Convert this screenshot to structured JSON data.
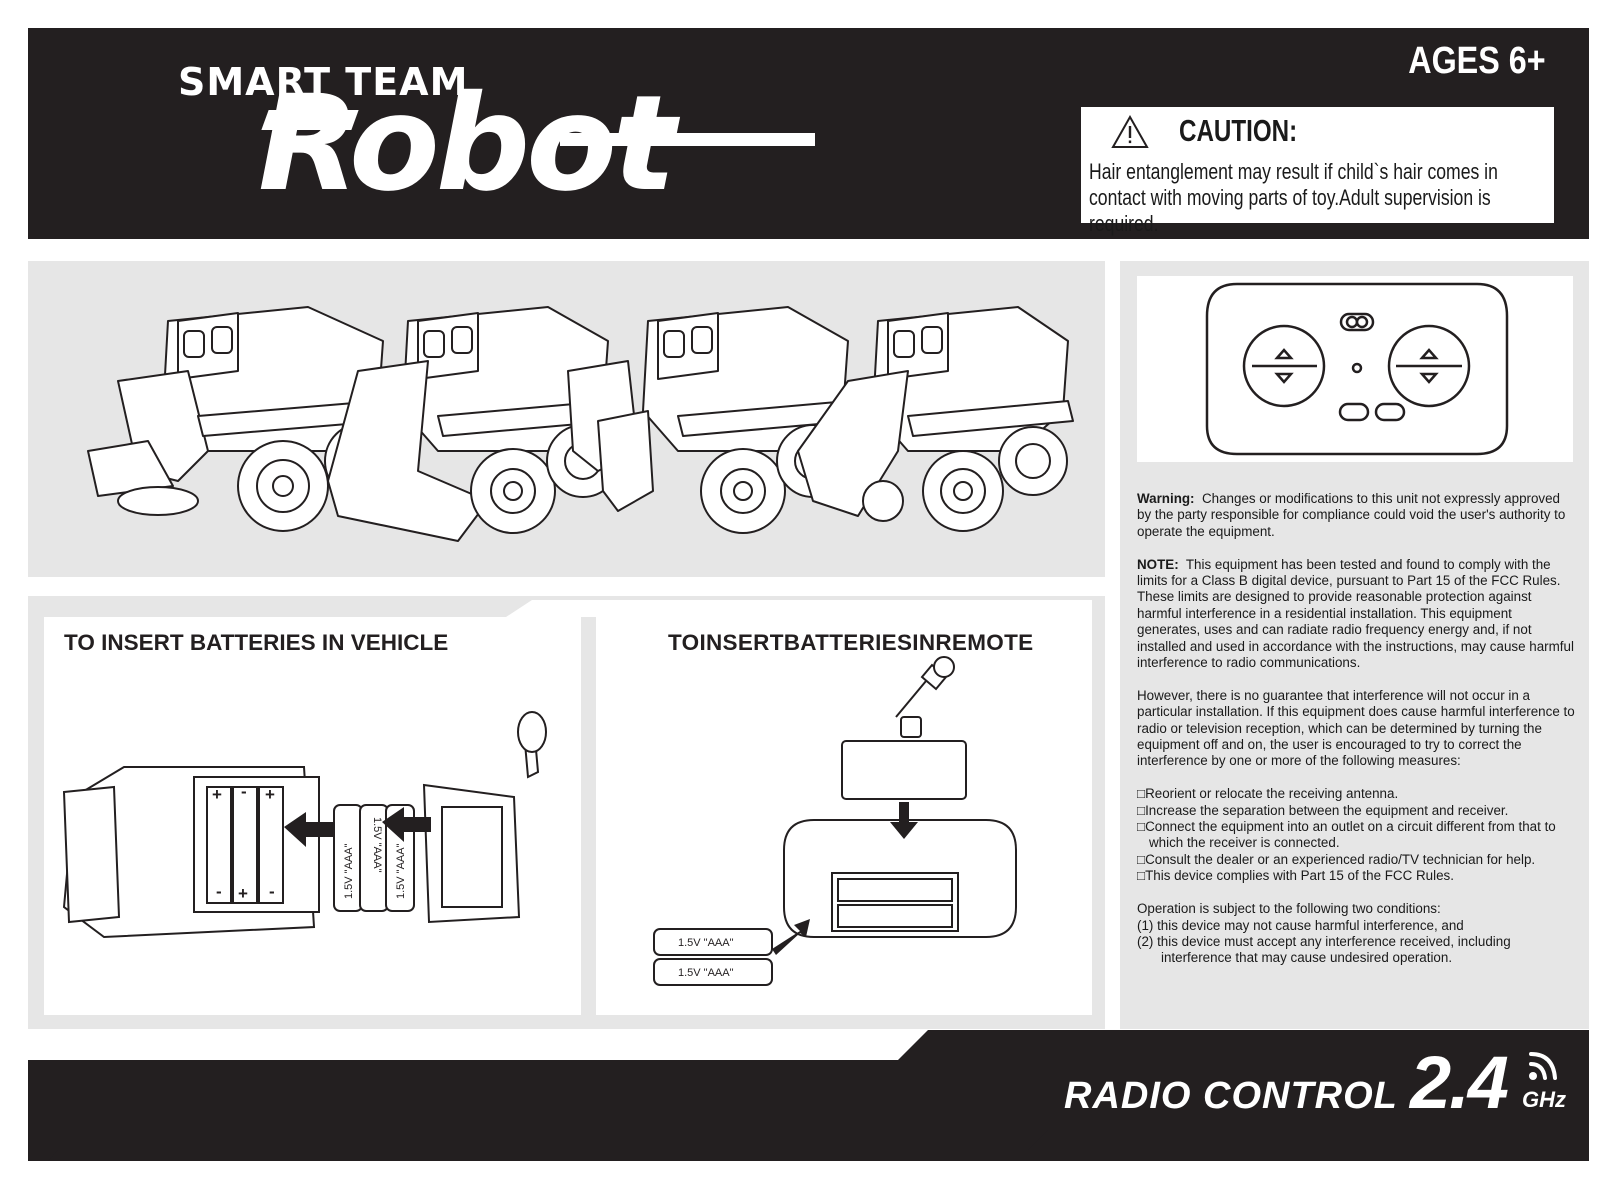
{
  "header": {
    "brand_top": "SMART TEAM",
    "brand_main": "Robot",
    "ages": "AGES 6+",
    "caution_title": "CAUTION:",
    "caution_text": "Hair entanglement may result if child`s hair comes in contact with moving parts of toy.Adult supervision is required."
  },
  "battery": {
    "vehicle_title": "TO INSERT BATTERIES IN VEHICLE",
    "remote_title": "TOINSERTBATTERIESINREMOTE",
    "cell_label": "1.5V \"AAA\"",
    "plus": "+",
    "minus": "-"
  },
  "fcc": {
    "warning_label": "Warning:",
    "warning_text": "Changes or modifications to this unit not expressly approved by the party responsible for compliance could void the user's authority to operate the equipment.",
    "note_label": "NOTE:",
    "note_text": "This equipment has been tested and found to comply with the limits for a Class B digital device, pursuant to Part 15 of the FCC Rules.  These limits are designed to provide reasonable protection against harmful interference in a residential installation.  This equipment generates, uses and can radiate radio frequency energy and, if not installed and used in accordance with the instructions, may cause harmful interference to radio communications.",
    "however_text": "However, there is no guarantee that interference will not occur in a particular installation.  If this equipment does cause harmful interference to radio or television reception, which can be determined by turning the equipment off and on, the user is encouraged to try to correct the interference by one or more of the following measures:",
    "measures": [
      "□Reorient or relocate the receiving antenna.",
      "□Increase the separation between the equipment and receiver.",
      "□Connect the equipment into an outlet on a circuit different from that to which the receiver is connected.",
      "□Consult the dealer or an experienced radio/TV technician for help.",
      "□This device complies with Part 15 of the FCC Rules."
    ],
    "operation_text": "Operation is subject to the following two conditions:",
    "conditions": [
      "(1) this device may not cause harmful interference, and",
      "(2) this device must accept any interference received, including interference that may cause undesired operation."
    ]
  },
  "footer": {
    "radio_label": "RADIO CONTROL",
    "frequency": "2.4",
    "unit": "GHz"
  }
}
